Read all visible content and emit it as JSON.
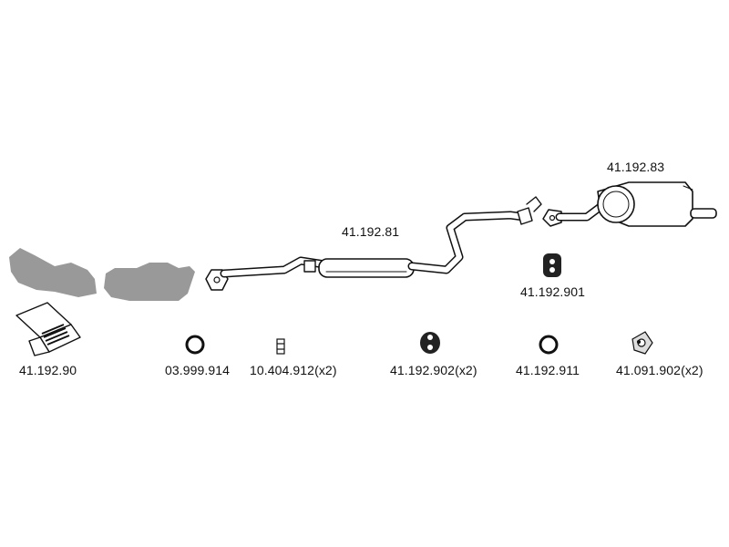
{
  "parts": {
    "front_pipe": {
      "code": "41.192.81"
    },
    "rear_muffler": {
      "code": "41.192.83"
    },
    "mount_a": {
      "code": "41.192.901"
    },
    "fitting_kit": {
      "code": "41.192.90"
    },
    "gasket_ring": {
      "code": "03.999.914"
    },
    "clamp_bolt": {
      "code": "10.404.912(x2)"
    },
    "rubber_hanger": {
      "code": "41.192.902(x2)"
    },
    "ring_hanger": {
      "code": "41.192.911"
    },
    "bracket": {
      "code": "41.091.902(x2)"
    }
  },
  "colors": {
    "outline": "#111111",
    "fill": "#ffffff",
    "catalyst": "#999999"
  }
}
